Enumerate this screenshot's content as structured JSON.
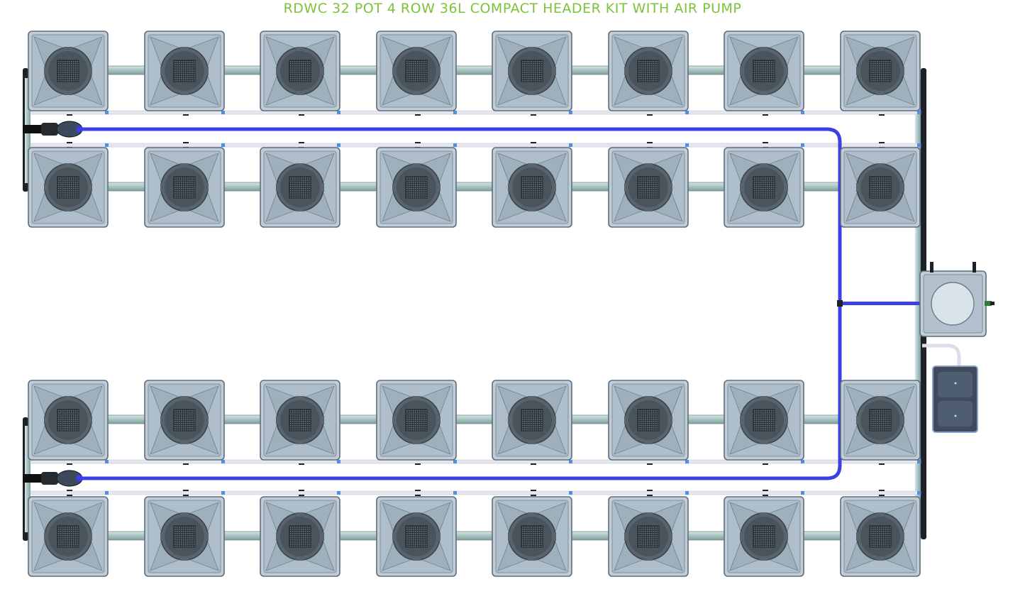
{
  "title": "RDWC 32 POT 4 ROW 36L COMPACT HEADER KIT WITH AIR PUMP",
  "layout": {
    "rows": 4,
    "pots_per_row": 8,
    "total_pots": 32
  },
  "colors": {
    "title": "#7cc33a",
    "pot_body": "#b9c8d4",
    "pot_edge": "#5e6d79",
    "pot_lid": "#4a5661",
    "pipe": "#a9c8c6",
    "air_line": "#3b3fe6",
    "white_line": "#e6e6ee",
    "reservoir": "#c3d0da",
    "pump": "#4b5a6e"
  },
  "icons": [
    "pot-icon",
    "header-tank-icon",
    "air-pump-icon",
    "air-valve-icon"
  ]
}
